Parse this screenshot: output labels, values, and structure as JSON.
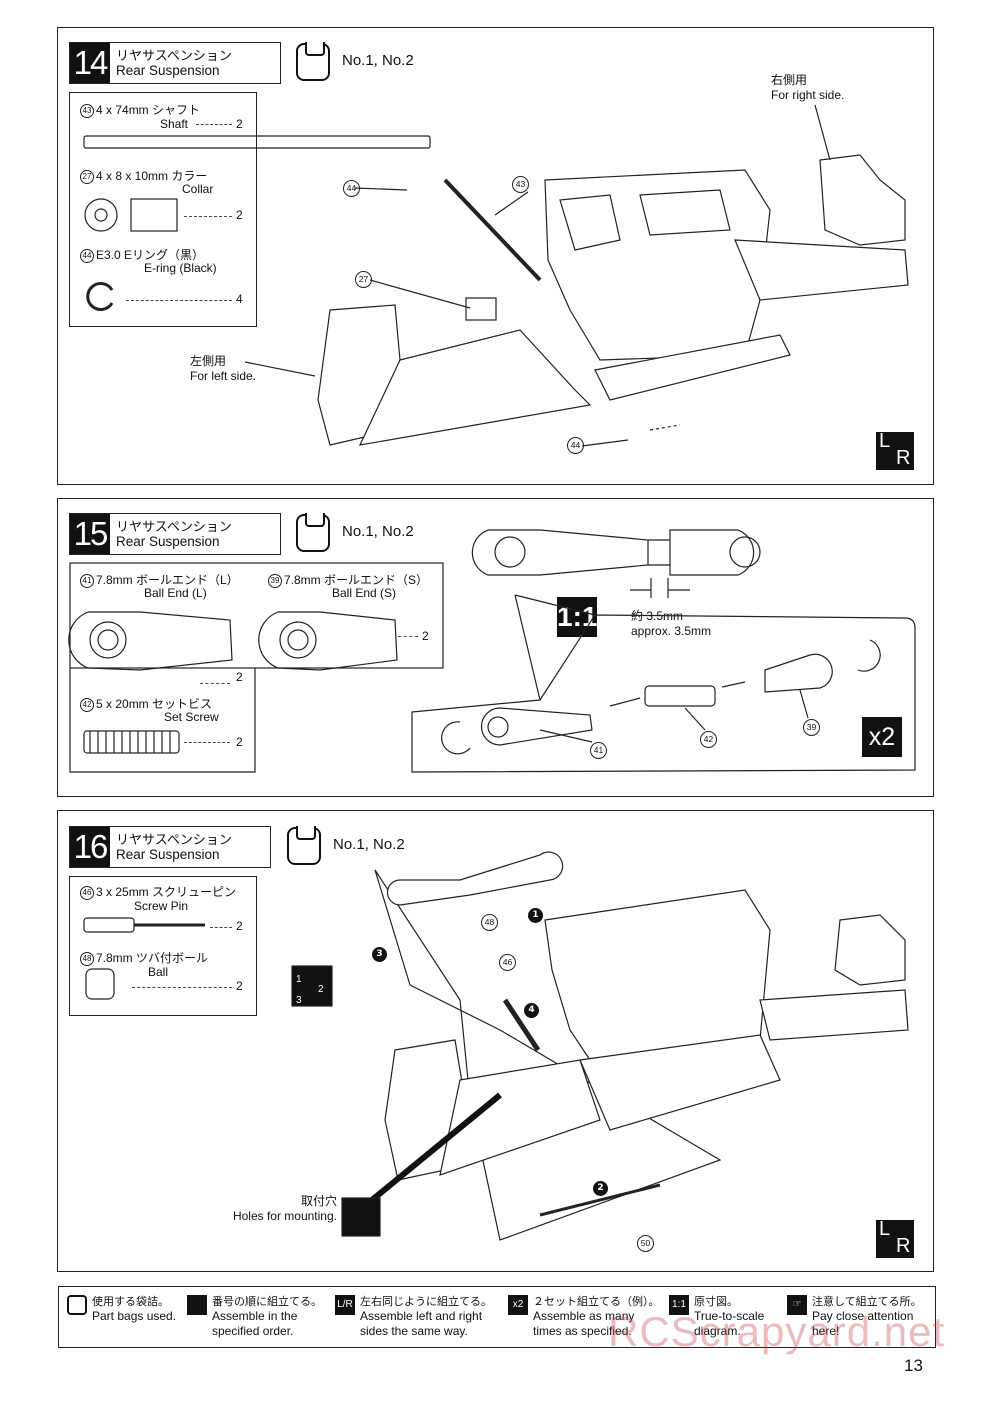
{
  "steps": [
    {
      "number": "14",
      "title_jp": "リヤサスペンション",
      "title_en": "Rear Suspension",
      "bags": "No.1, No.2",
      "parts": [
        {
          "id": "43",
          "name_jp": "4 x 74mm シャフト",
          "name_en": "Shaft",
          "qty": "2"
        },
        {
          "id": "27",
          "name_jp": "4 x 8 x 10mm カラー",
          "name_en": "Collar",
          "qty": "2"
        },
        {
          "id": "44",
          "name_jp": "E3.0 Eリング（黒）",
          "name_en": "E-ring (Black)",
          "qty": "4"
        }
      ],
      "labels": {
        "right_jp": "右側用",
        "right_en": "For right side.",
        "left_jp": "左側用",
        "left_en": "For left side."
      },
      "callouts": [
        "44",
        "43",
        "27",
        "44"
      ],
      "mark": "L/R"
    },
    {
      "number": "15",
      "title_jp": "リヤサスペンション",
      "title_en": "Rear Suspension",
      "bags": "No.1, No.2",
      "parts": [
        {
          "id": "41",
          "name_jp": "7.8mm ボールエンド（L）",
          "name_en": "Ball End (L)",
          "qty": "2"
        },
        {
          "id": "39",
          "name_jp": "7.8mm ボールエンド（S）",
          "name_en": "Ball End (S)",
          "qty": "2"
        },
        {
          "id": "42",
          "name_jp": "5 x 20mm セットビス",
          "name_en": "Set Screw",
          "qty": "2"
        }
      ],
      "scale_label": "1:1",
      "gap_jp": "約 3.5mm",
      "gap_en": "approx. 3.5mm",
      "callouts": [
        "42",
        "39",
        "41"
      ],
      "mark": "x2"
    },
    {
      "number": "16",
      "title_jp": "リヤサスペンション",
      "title_en": "Rear Suspension",
      "bags": "No.1, No.2",
      "parts": [
        {
          "id": "46",
          "name_jp": "3 x 25mm スクリューピン",
          "name_en": "Screw Pin",
          "qty": "2"
        },
        {
          "id": "48",
          "name_jp": "7.8mm ツバ付ボール",
          "name_en": "Ball",
          "qty": "2"
        }
      ],
      "order_steps": [
        "1",
        "2",
        "3",
        "4"
      ],
      "callouts": [
        "48",
        "46",
        "50"
      ],
      "mount_jp": "取付穴",
      "mount_en": "Holes for mounting.",
      "mark": "L/R"
    }
  ],
  "legend": [
    {
      "icon": "bag",
      "jp": "使用する袋詰。",
      "en": "Part bags used."
    },
    {
      "icon": "order",
      "jp": "番号の順に組立てる。",
      "en": "Assemble in the specified order."
    },
    {
      "icon": "L/R",
      "jp": "左右同じように組立てる。",
      "en": "Assemble left and right sides the same way."
    },
    {
      "icon": "x2",
      "jp": "２セット組立てる（例）。",
      "en": "Assemble as many times as specified."
    },
    {
      "icon": "1:1",
      "jp": "原寸図。",
      "en": "True-to-scale diagram."
    },
    {
      "icon": "hand",
      "jp": "注意して組立てる所。",
      "en": "Pay close attention here!"
    }
  ],
  "watermark": "RCScrapyard.net",
  "page_number": "13"
}
